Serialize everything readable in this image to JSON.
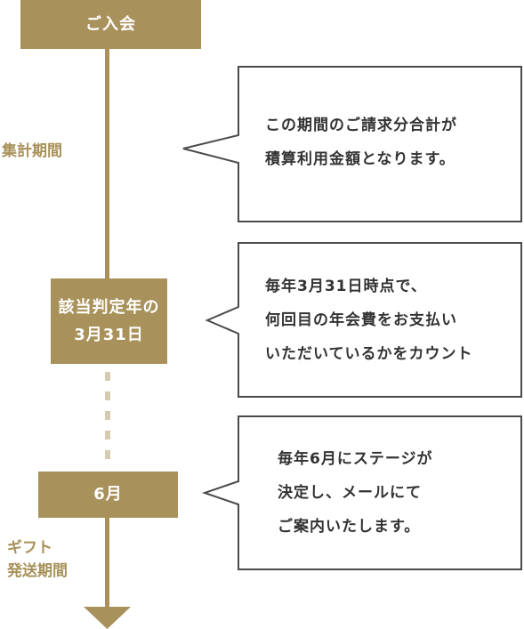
{
  "nodes": {
    "join": {
      "label": "ご入会"
    },
    "determination": {
      "lines": [
        "該当判定年の",
        "3月31日"
      ]
    },
    "june": {
      "label": "6月"
    }
  },
  "side_labels": {
    "aggregation": "集計期間",
    "gift": [
      "ギフト",
      "発送期間"
    ]
  },
  "bubbles": [
    {
      "lines": [
        "この期間のご請求分合計が",
        "積算利用金額となります。"
      ]
    },
    {
      "lines": [
        "毎年3月31日時点で、",
        "何回目の年会費をお支払い",
        "いただいているかをカウント"
      ]
    },
    {
      "lines": [
        "毎年6月にステージが",
        "決定し、メールにて",
        "ご案内いたします。"
      ]
    }
  ],
  "colors": {
    "gold": "#a8915a",
    "gold_light": "#d6cbb0",
    "border": "#4a4a4a",
    "text": "#333333"
  }
}
